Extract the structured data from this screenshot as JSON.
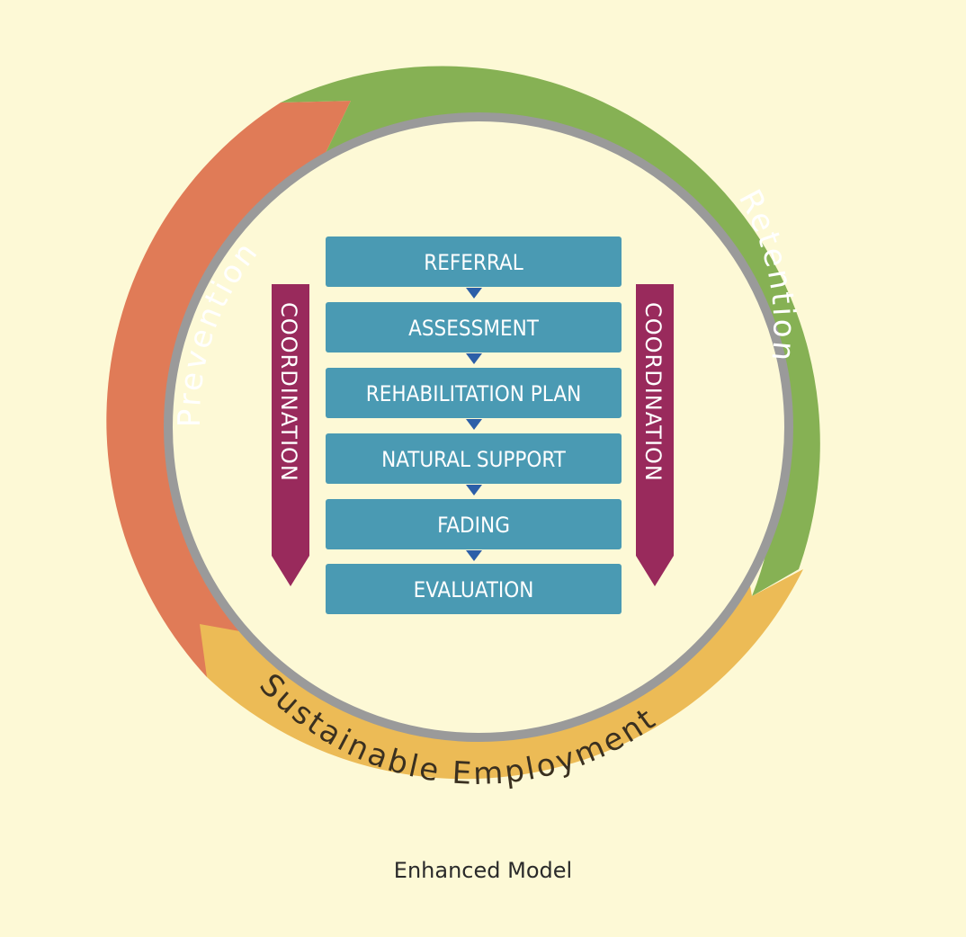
{
  "diagram": {
    "ring_labels": {
      "prevention": "Prevention",
      "retention": "Retention",
      "sustainable_employment": "Sustainable Employment"
    },
    "steps": [
      "REFERRAL",
      "ASSESSMENT",
      "REHABILITATION PLAN",
      "NATURAL SUPPORT",
      "FADING",
      "EVALUATION"
    ],
    "coordination_left": "COORDINATION",
    "coordination_right": "COORDINATION",
    "caption": "Enhanced Model"
  },
  "colors": {
    "background": "#fdf9d6",
    "prevention": "#e07b57",
    "retention": "#86b154",
    "sustainable_employment": "#ecbb56",
    "inner_ring": "#9a9a9a",
    "inner_fill": "#fdf9d6",
    "step_box": "#4a9ab3",
    "step_connector": "#2c5fa8",
    "coordination": "#992a5c"
  }
}
